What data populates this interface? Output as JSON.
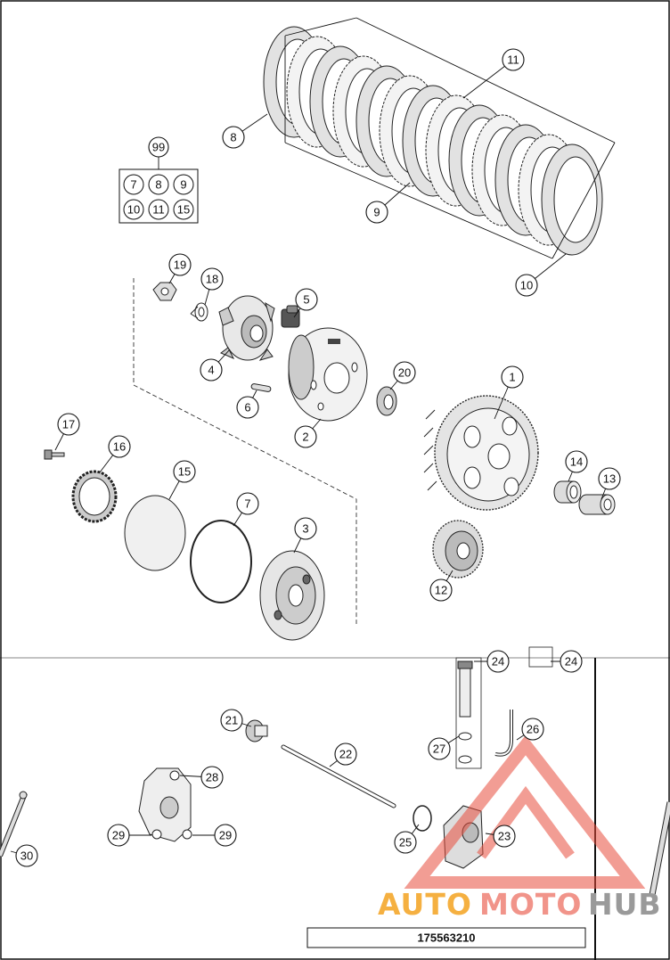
{
  "callouts": [
    {
      "id": "c1",
      "label": "1"
    },
    {
      "id": "c2",
      "label": "2"
    },
    {
      "id": "c3",
      "label": "3"
    },
    {
      "id": "c4",
      "label": "4"
    },
    {
      "id": "c5",
      "label": "5"
    },
    {
      "id": "c6",
      "label": "6"
    },
    {
      "id": "c7",
      "label": "7"
    },
    {
      "id": "c8",
      "label": "8"
    },
    {
      "id": "c9",
      "label": "9"
    },
    {
      "id": "c10",
      "label": "10"
    },
    {
      "id": "c11",
      "label": "11"
    },
    {
      "id": "c12",
      "label": "12"
    },
    {
      "id": "c13",
      "label": "13"
    },
    {
      "id": "c14",
      "label": "14"
    },
    {
      "id": "c15",
      "label": "15"
    },
    {
      "id": "c16",
      "label": "16"
    },
    {
      "id": "c17",
      "label": "17"
    },
    {
      "id": "c18",
      "label": "18"
    },
    {
      "id": "c19",
      "label": "19"
    },
    {
      "id": "c20",
      "label": "20"
    },
    {
      "id": "c21",
      "label": "21"
    },
    {
      "id": "c22",
      "label": "22"
    },
    {
      "id": "c23",
      "label": "23"
    },
    {
      "id": "c24",
      "label": "24"
    },
    {
      "id": "c24b",
      "label": "24"
    },
    {
      "id": "c25",
      "label": "25"
    },
    {
      "id": "c26",
      "label": "26"
    },
    {
      "id": "c27",
      "label": "27"
    },
    {
      "id": "c28",
      "label": "28"
    },
    {
      "id": "c29a",
      "label": "29"
    },
    {
      "id": "c29b",
      "label": "29"
    },
    {
      "id": "c30",
      "label": "30"
    }
  ],
  "kit": {
    "label": "99",
    "items": [
      "7",
      "8",
      "9",
      "10",
      "11",
      "15"
    ]
  },
  "watermark": {
    "part1": "AUTO",
    "part2": "MOTO",
    "part3": "HUB",
    "color1": "#f5b041",
    "color2": "#f1948a",
    "color3": "#9a9a9a",
    "triangle_color": "#e74c3c"
  },
  "document_number": "175563210"
}
